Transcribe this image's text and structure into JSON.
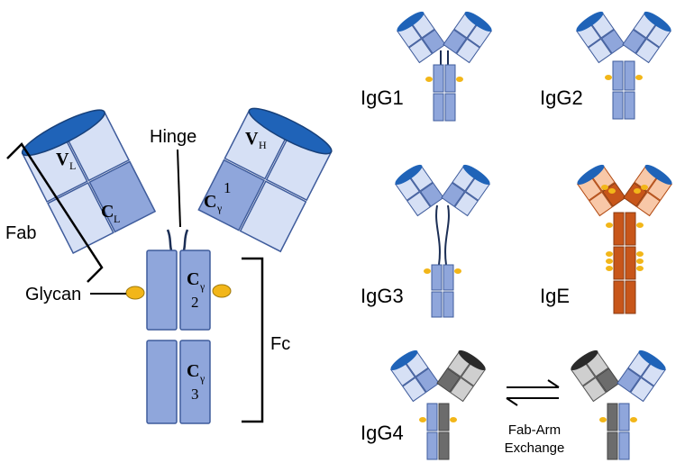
{
  "colors": {
    "light_blue": "#d6e0f5",
    "mid_blue": "#8fa6db",
    "dark_blue_edge": "#3f5c9c",
    "cap_blue": "#1f63b8",
    "orange_light": "#f8c8a8",
    "orange_dark": "#c8561a",
    "gray_light": "#cfcfcf",
    "gray_dark": "#6c6c6c",
    "glycan_yellow": "#f2b619"
  },
  "main": {
    "labels": {
      "hinge": "Hinge",
      "fab": "Fab",
      "glycan": "Glycan",
      "fc": "Fc"
    },
    "domains": {
      "vl_main": "V",
      "vl_sub": "L",
      "vh_main": "V",
      "vh_sub": "H",
      "cl_main": "C",
      "cl_sub": "L",
      "cg1_main": "C",
      "cg1_sub": "γ",
      "cg1_num": "1",
      "cg2_main": "C",
      "cg2_sub": "γ",
      "cg2_num": "2",
      "cg3_main": "C",
      "cg3_sub": "γ",
      "cg3_num": "3"
    }
  },
  "isotypes": {
    "igg1": "IgG1",
    "igg2": "IgG2",
    "igg3": "IgG3",
    "ige": "IgE",
    "igg4": "IgG4"
  },
  "exchange": {
    "line1": "Fab-Arm",
    "line2": "Exchange"
  }
}
